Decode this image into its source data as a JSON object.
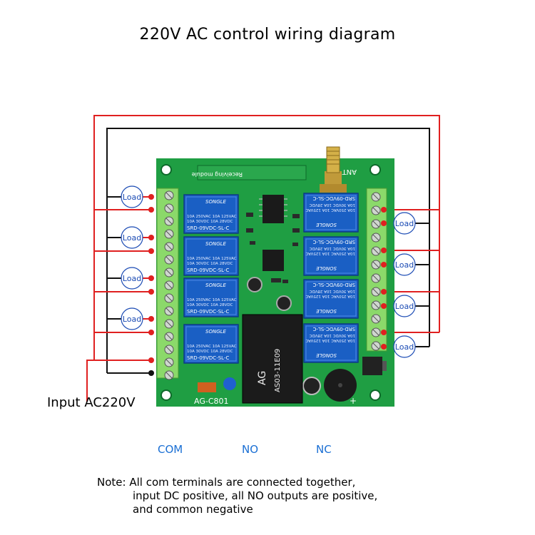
{
  "title": "220V AC control wiring diagram",
  "input_label": "Input AC220V",
  "load_label": "Load",
  "board": {
    "model": "AG-C801",
    "module_label": "Receiving module",
    "antenna_label": "ANT",
    "plus_label": "+",
    "relay_brand": "SONGLE",
    "relay_model": "SRD-09VDC-SL-C",
    "relay_rating_1": "10A 250VAC  10A 125VAC",
    "relay_rating_2": "10A 30VDC  10A 28VDC",
    "power_brand": "AG",
    "power_model": "AS03-11E09"
  },
  "legend": {
    "com": "COM",
    "no": "NO",
    "nc": "NC"
  },
  "note": {
    "line1": "Note: All com terminals are connected together,",
    "line2": "input DC positive, all NO outputs are positive,",
    "line3": "and common negative"
  },
  "colors": {
    "board": "#1f9e43",
    "relay": "#1a5fc4",
    "terminal": "#8bd96a",
    "wire_red": "#e02020",
    "wire_black": "#111111",
    "legend": "#1a6fd4"
  }
}
